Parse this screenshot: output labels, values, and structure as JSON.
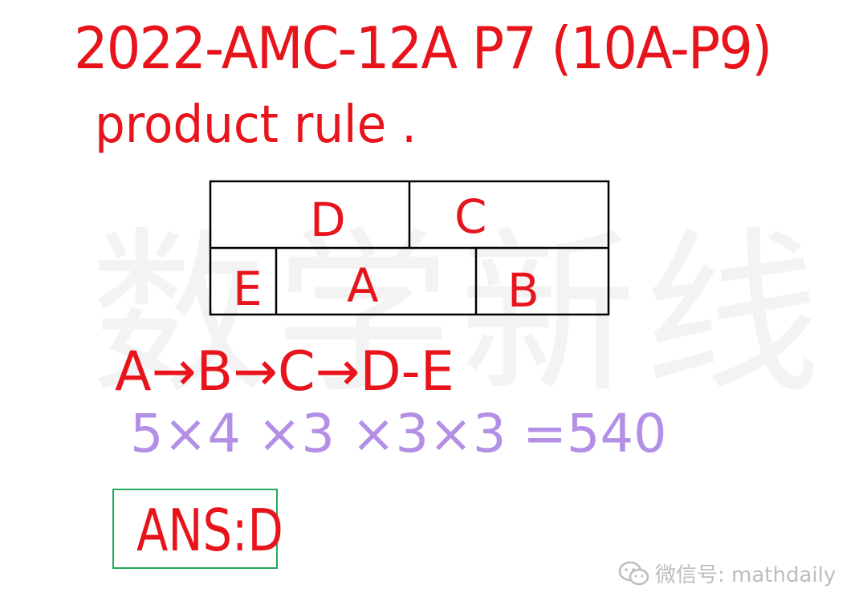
{
  "title": "2022-AMC-12A  P7 (10A-P9)",
  "subtitle": "product rule .",
  "watermark": "数学新线",
  "diagram": {
    "top_row": [
      "D",
      "C"
    ],
    "bottom_row": [
      "E",
      "A",
      "B"
    ]
  },
  "order_line": "A→B→C→D-E",
  "calculation": "5×4 ×3 ×3×3 =540",
  "answer": "ANS:D",
  "brand": {
    "icon": "wechat-icon",
    "text": "微信号: mathdaily"
  },
  "colors": {
    "ink_red": "#e8141c",
    "ink_purple": "#b38fe6",
    "answer_border": "#22a85a",
    "brand_gray": "#bdbdbd"
  }
}
